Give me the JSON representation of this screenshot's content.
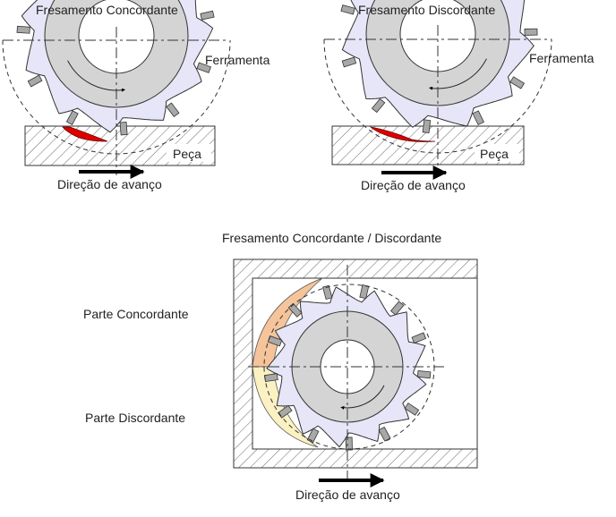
{
  "panels": {
    "climb": {
      "title": "Fresamento Concordante",
      "tool_label": "Ferramenta",
      "part_label": "Peça",
      "feed_label": "Direção de avanço"
    },
    "conventional": {
      "title": "Fresamento Discordante",
      "tool_label": "Ferramenta",
      "part_label": "Peça",
      "feed_label": "Direção de avanço"
    },
    "combined": {
      "title": "Fresamento Concordante / Discordante",
      "climb_part_label": "Parte Concordante",
      "conventional_part_label": "Parte Discordante",
      "feed_label": "Direção de avanço"
    }
  },
  "colors": {
    "cutter_body": "#e6e6f8",
    "hub": "#d4d4d4",
    "insert": "#a8a8a8",
    "chip": "#dd0000",
    "climb_zone": "#f5c49a",
    "conventional_zone": "#fbf1c2",
    "hatch": "#666666"
  }
}
